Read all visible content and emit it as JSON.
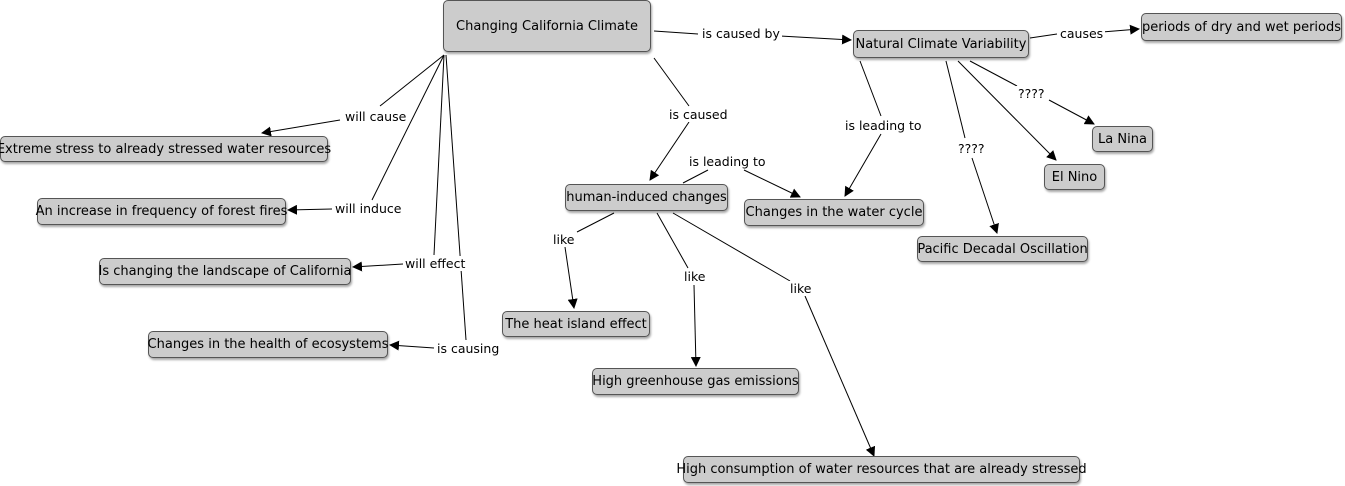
{
  "nodes": {
    "root": "Changing California Climate",
    "natural": "Natural Climate Variability",
    "periods": "periods of dry and wet periods",
    "lanina": "La Nina",
    "elnino": "El Nino",
    "pdo": "Pacific Decadal Oscillation",
    "water_cycle": "Changes in the water cycle",
    "human": "human-induced changes",
    "heat_island": "The heat island effect",
    "greenhouse": "High greenhouse gas emissions",
    "consumption": "High consumption of water resources that are already stressed",
    "stress": "Extreme stress to already stressed water resources",
    "fires": "An increase in frequency of forest fires",
    "landscape": "Is changing the landscape of California",
    "ecosystems": "Changes in the health of ecosystems"
  },
  "links": {
    "is_caused_by": "is caused by",
    "causes": "causes",
    "q_lanina": "????",
    "q_pdo": "????",
    "natural_leading": "is leading to",
    "is_caused": "is caused",
    "human_leading": "is leading to",
    "like_heat": "like",
    "like_green": "like",
    "like_consumption": "like",
    "will_cause": "will cause",
    "will_induce": "will induce",
    "will_effect": "will effect",
    "is_causing": "is causing"
  }
}
